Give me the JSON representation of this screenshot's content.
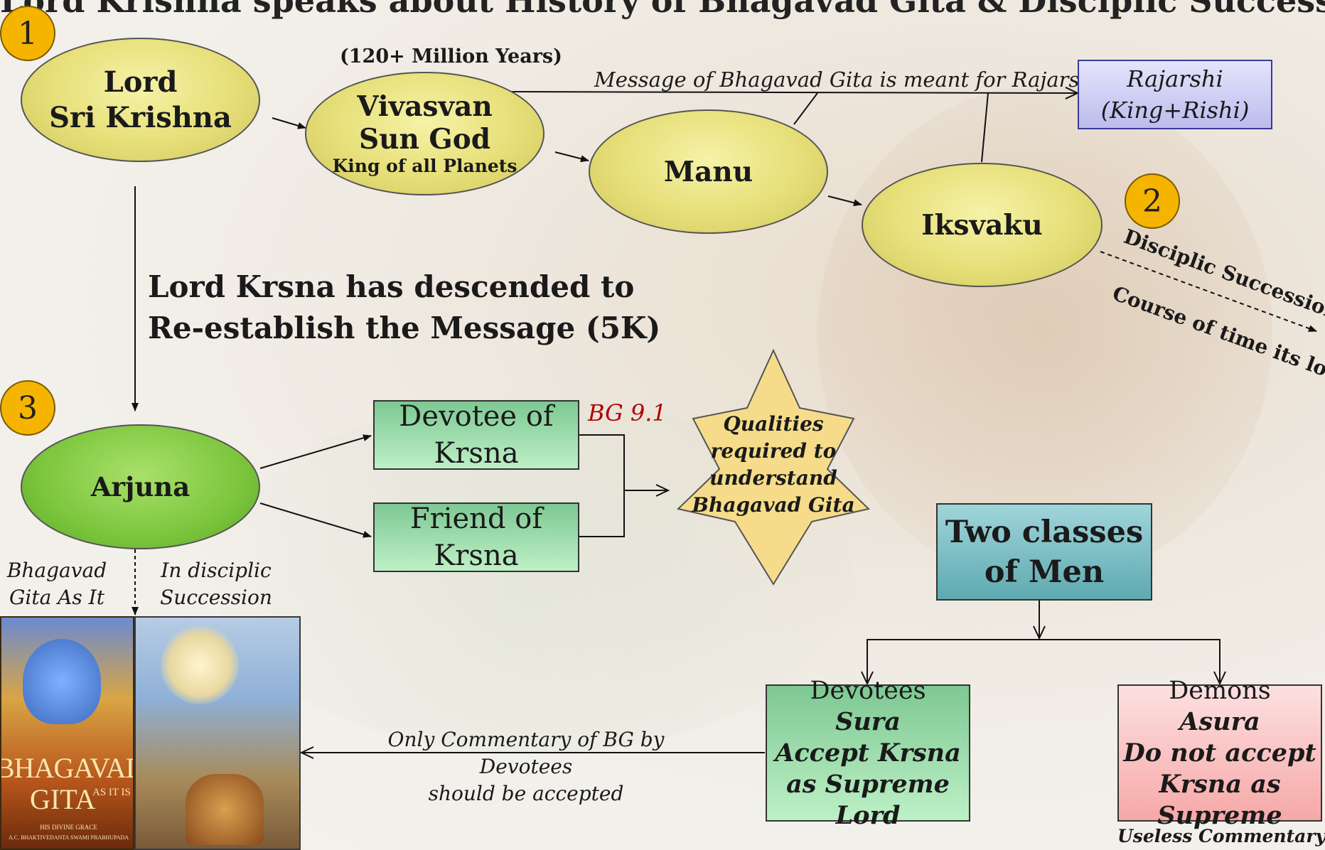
{
  "title": "Lord Krishna speaks about History of Bhagavad Gita & Disciplic Succession",
  "badges": [
    "1",
    "2",
    "3"
  ],
  "nodes": {
    "krishna": [
      "Lord",
      "Sri Krishna"
    ],
    "vivasvan": [
      "Vivasvan",
      "Sun God",
      "King of all Planets"
    ],
    "vivasvan_note": "(120+ Million Years)",
    "manu": "Manu",
    "iksvaku": "Iksvaku",
    "rajarshi": [
      "Rajarshi",
      "(King+Rishi)"
    ],
    "arjuna": "Arjuna"
  },
  "message_label": "Message of Bhagavad Gita is meant for Rajarshi",
  "disciplic": {
    "top": "Disciplic Succession",
    "bottom": "Course of time its lost"
  },
  "descended": [
    "Lord Krsna has descended to",
    "Re-establish the Message (5K)"
  ],
  "devotee_box": [
    "Devotee of",
    "Krsna"
  ],
  "friend_box": [
    "Friend of",
    "Krsna"
  ],
  "bg_ref": "BG 9.1",
  "star": [
    "Qualities",
    "required to",
    "understand",
    "Bhagavad Gita"
  ],
  "book_left_label": [
    "Bhagavad",
    "Gita As It Is"
  ],
  "book_right_label": [
    "In disciplic",
    "Succession"
  ],
  "book_cover": {
    "title": "BHAGAVAD",
    "sub": "GITA",
    "tag": "AS IT IS",
    "author1": "HIS DIVINE GRACE",
    "author2": "A.C. BHAKTIVEDANTA SWAMI PRABHUPADA"
  },
  "two_classes": [
    "Two classes",
    "of Men"
  ],
  "devotees": [
    "Devotees",
    "Sura",
    "Accept Krsna",
    "as Supreme Lord"
  ],
  "demons": [
    "Demons",
    "Asura",
    "Do not accept",
    "Krsna as Supreme"
  ],
  "commentary": [
    "Only Commentary of BG by Devotees",
    "should be accepted"
  ],
  "useless": "Useless Commentary",
  "colors": {
    "ellipse_yellow": "#e6df78",
    "ellipse_green": "#7cc63d",
    "badge": "#f5b400",
    "rajarshi_box": "#c9c9f2",
    "two_classes_box": "#6fb7be",
    "demons_box": "#f9b6b6",
    "bg_ref": "#b00000"
  }
}
